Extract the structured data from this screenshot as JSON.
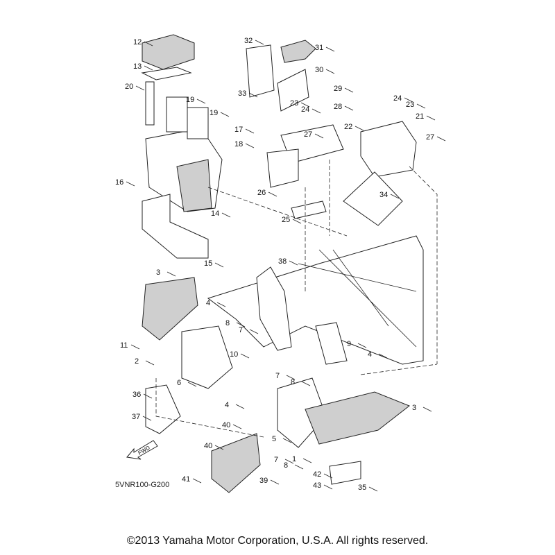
{
  "diagram": {
    "part_numbers": [
      "12",
      "13",
      "20",
      "19",
      "19",
      "17",
      "18",
      "16",
      "14",
      "15",
      "32",
      "31",
      "30",
      "29",
      "33",
      "23",
      "24",
      "28",
      "27",
      "22",
      "26",
      "25",
      "24",
      "23",
      "21",
      "27",
      "34",
      "38",
      "3",
      "4",
      "8",
      "7",
      "11",
      "10",
      "2",
      "9",
      "4",
      "6",
      "7",
      "8",
      "4",
      "36",
      "37",
      "40",
      "40",
      "5",
      "7",
      "8",
      "3",
      "1",
      "41",
      "39",
      "42",
      "43",
      "35"
    ],
    "fwd_label": "FWD",
    "diagram_code": "5VNR100-G200"
  },
  "footer": {
    "copyright": "©2013 Yamaha Motor Corporation, U.S.A. All rights reserved."
  }
}
